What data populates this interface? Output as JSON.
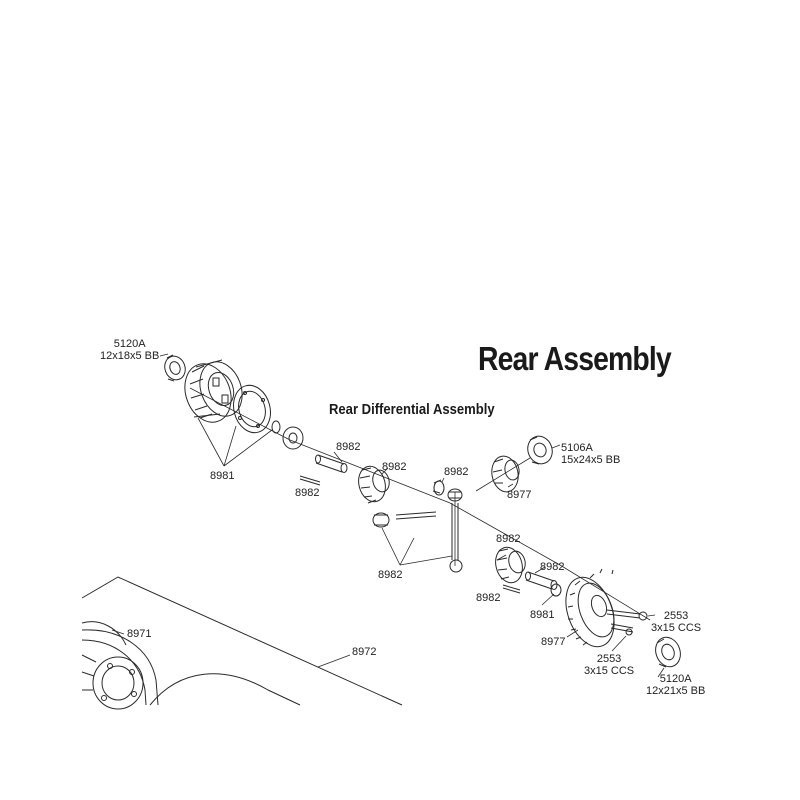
{
  "title": "Rear Assembly",
  "subtitle": "Rear Differential Assembly",
  "labels": {
    "bearing_top_part": "5120A",
    "bearing_top_spec": "12x18x5 BB",
    "bearing_right_part": "5106A",
    "bearing_right_spec": "15x24x5 BB",
    "bearing_bottom_part": "5120A",
    "bearing_bottom_spec": "12x21x5 BB",
    "housing_callout": "8981",
    "pin_upper": "8982",
    "pin_upper_left": "8982",
    "gear_upper": "8982",
    "spider_gear": "8982",
    "output_gear_upper": "8977",
    "spider_gears_group": "8982",
    "gear_lower": "8982",
    "pin_lower": "8982",
    "pin_lower_left": "8982",
    "washer_lower": "8981",
    "ring_gear": "8977",
    "screw_upper_part": "2553",
    "screw_upper_spec": "3x15 CCS",
    "screw_lower_part": "2553",
    "screw_lower_spec": "3x15 CCS",
    "wheel": "8971",
    "chassis": "8972"
  },
  "colors": {
    "line": "#2a2a2a",
    "text": "#1a1a1a",
    "background": "#ffffff"
  }
}
